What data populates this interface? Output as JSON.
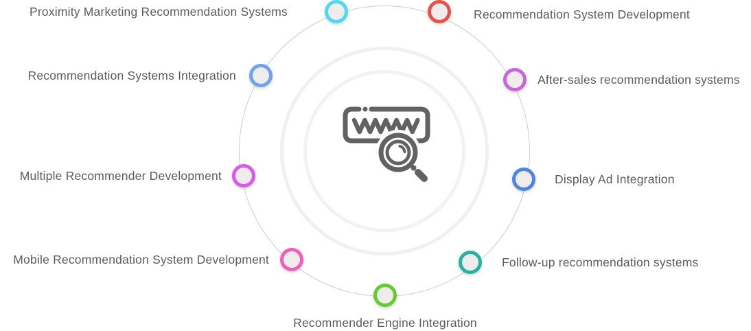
{
  "diagram": {
    "description": "Circular hub diagram of recommendation-system services around a www search icon",
    "ring_color": "#cccccc",
    "inner_ring_color": "#f1f0f0",
    "node_fill": "#efeceb",
    "label_color": "#5b5b5b",
    "center_icon": {
      "name": "www-search-icon",
      "stroke": "#626262"
    },
    "nodes": [
      {
        "label": "Proximity Marketing Recommendation Systems",
        "color": "#4ed9ee",
        "position": "top-left"
      },
      {
        "label": "Recommendation System Development",
        "color": "#e6534d",
        "position": "top-right"
      },
      {
        "label": "Recommendation Systems Integration",
        "color": "#6fa4ea",
        "position": "upper-left"
      },
      {
        "label": "After-sales recommendation systems",
        "color": "#c668d9",
        "position": "upper-right"
      },
      {
        "label": "Multiple Recommender Development",
        "color": "#d75be8",
        "position": "mid-left"
      },
      {
        "label": "Display Ad Integration",
        "color": "#4a86e8",
        "position": "mid-right"
      },
      {
        "label": "Mobile Recommendation System Development",
        "color": "#ef61b7",
        "position": "lower-left"
      },
      {
        "label": "Follow-up recommendation systems",
        "color": "#25b4a0",
        "position": "lower-right"
      },
      {
        "label": "Recommender Engine Integration",
        "color": "#64cb33",
        "position": "bottom"
      }
    ]
  }
}
